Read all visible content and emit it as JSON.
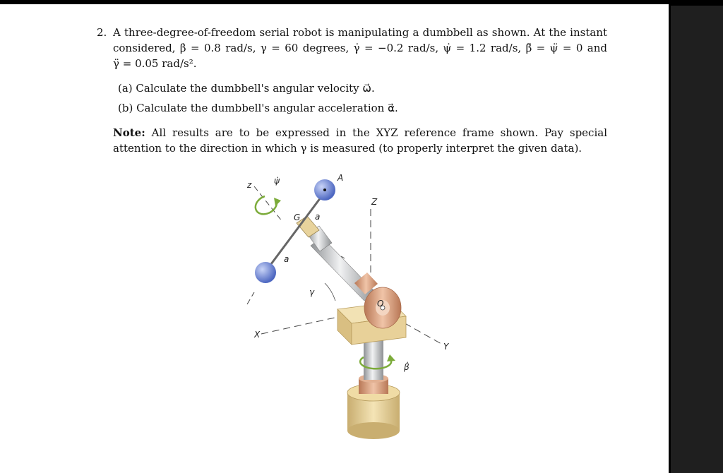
{
  "problem": {
    "number": "2.",
    "line1": "A three-degree-of-freedom serial robot is manipulating a dumbbell as shown. At the instant",
    "line2": "considered, β̇ = 0.8 rad/s, γ = 60 degrees, γ̇ = −0.2 rad/s, ψ̇ = 1.2 rad/s, β̈ = ψ̈ = 0 and",
    "line3": "γ̈ = 0.05 rad/s².",
    "part_a": "(a) Calculate the dumbbell's angular velocity ω⃗.",
    "part_b": "(b) Calculate the dumbbell's angular acceleration α⃗.",
    "note_label": "Note:",
    "note_line1": "All results are to be expressed in the XYZ reference frame shown. Pay special",
    "note_line2": "attention to the direction in which γ is measured (to properly interpret the given data)."
  },
  "figure": {
    "labels": {
      "z": "z",
      "psi_dot": "ψ̇",
      "A": "A",
      "G": "G",
      "a_upper": "a",
      "a_lower": "a",
      "Z": "Z",
      "gamma": "γ",
      "O": "O",
      "X": "X",
      "Y": "Y",
      "beta_dot": "β̇"
    },
    "colors": {
      "sphere": "#6e86d6",
      "arrow": "#7cab3a",
      "base": "#e6cf93",
      "copper": "#d29a76",
      "steel": "#b9bcbe"
    }
  }
}
